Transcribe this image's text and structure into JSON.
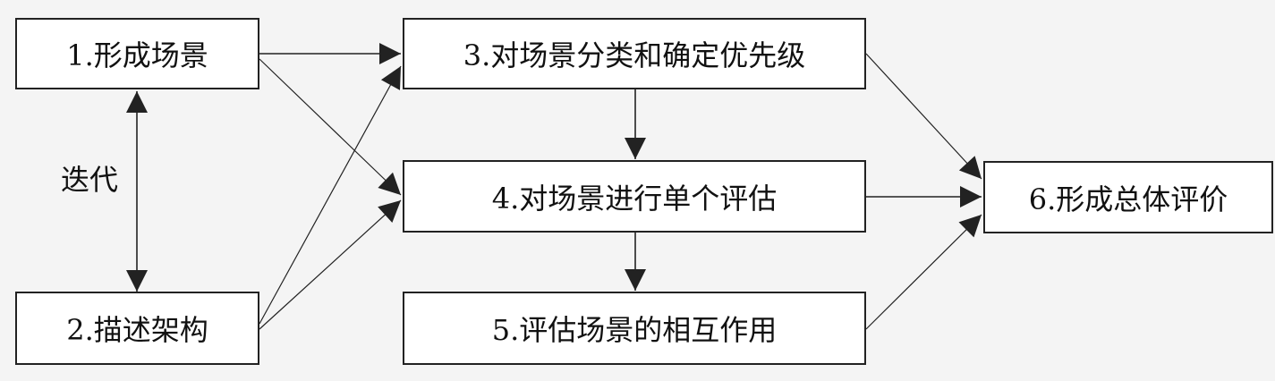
{
  "diagram": {
    "nodes": [
      {
        "id": "n1",
        "label": "1.形成场景"
      },
      {
        "id": "n2",
        "label": "2.描述架构"
      },
      {
        "id": "n3",
        "label": "3.对场景分类和确定优先级"
      },
      {
        "id": "n4",
        "label": "4.对场景进行单个评估"
      },
      {
        "id": "n5",
        "label": "5.评估场景的相互作用"
      },
      {
        "id": "n6",
        "label": "6.形成总体评价"
      }
    ],
    "note": "迭代",
    "edges": [
      {
        "from": "n1",
        "to": "n3"
      },
      {
        "from": "n1",
        "to": "n4"
      },
      {
        "from": "n2",
        "to": "n3"
      },
      {
        "from": "n2",
        "to": "n4"
      },
      {
        "from": "n3",
        "to": "n4"
      },
      {
        "from": "n4",
        "to": "n5"
      },
      {
        "from": "n3",
        "to": "n6"
      },
      {
        "from": "n4",
        "to": "n6"
      },
      {
        "from": "n5",
        "to": "n6"
      },
      {
        "from": "n1",
        "to": "n2",
        "bidirectional": true
      }
    ],
    "colors": {
      "line": "#222222",
      "box": "#ffffff",
      "background": "#f4f4f4"
    }
  }
}
